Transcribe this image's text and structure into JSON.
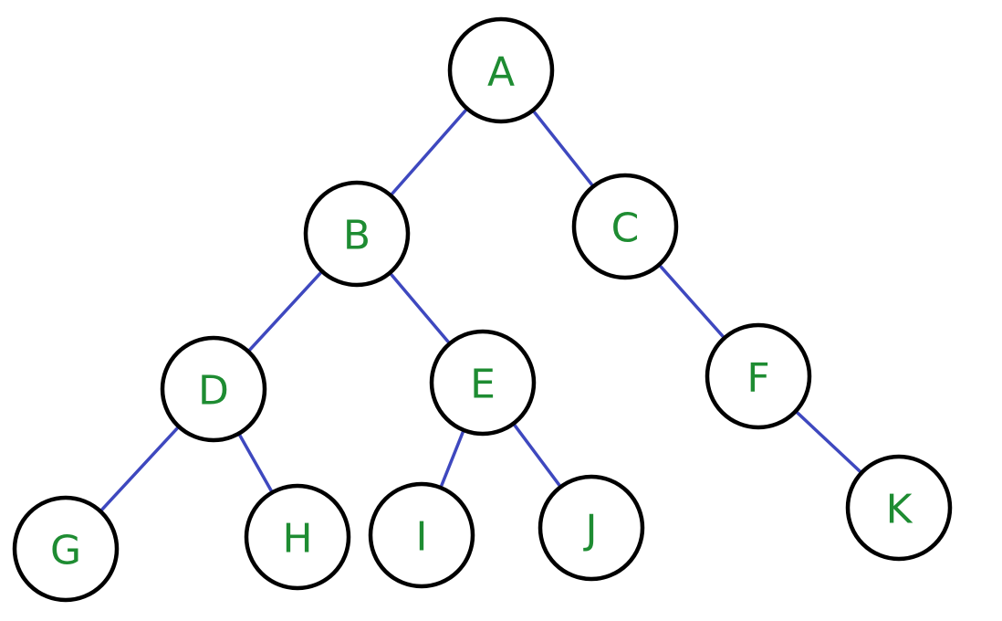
{
  "colors": {
    "edge": "#3e48bf",
    "node_outline": "#000000",
    "node_fill": "#ffffff",
    "label": "#1e8c32"
  },
  "tree": {
    "nodes": [
      {
        "id": "A",
        "label": "A"
      },
      {
        "id": "B",
        "label": "B"
      },
      {
        "id": "C",
        "label": "C"
      },
      {
        "id": "D",
        "label": "D"
      },
      {
        "id": "E",
        "label": "E"
      },
      {
        "id": "F",
        "label": "F"
      },
      {
        "id": "G",
        "label": "G"
      },
      {
        "id": "H",
        "label": "H"
      },
      {
        "id": "I",
        "label": "I"
      },
      {
        "id": "J",
        "label": "J"
      },
      {
        "id": "K",
        "label": "K"
      }
    ],
    "edges": [
      {
        "from": "A",
        "to": "B"
      },
      {
        "from": "A",
        "to": "C"
      },
      {
        "from": "B",
        "to": "D"
      },
      {
        "from": "B",
        "to": "E"
      },
      {
        "from": "C",
        "to": "F"
      },
      {
        "from": "D",
        "to": "G"
      },
      {
        "from": "D",
        "to": "H"
      },
      {
        "from": "E",
        "to": "I"
      },
      {
        "from": "E",
        "to": "J"
      },
      {
        "from": "F",
        "to": "K"
      }
    ]
  }
}
